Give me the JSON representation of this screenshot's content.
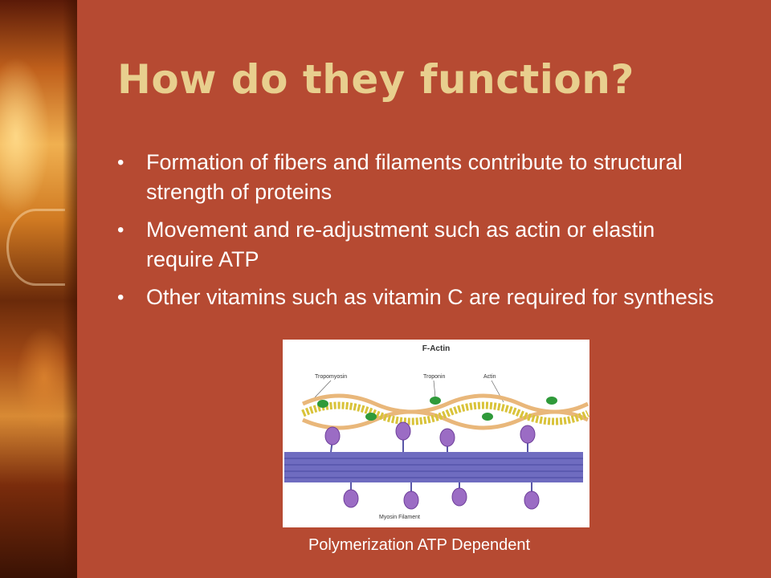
{
  "slide": {
    "title": "How do they function?",
    "bullets": [
      "Formation of fibers and filaments contribute to structural strength of proteins",
      "Movement and re-adjustment such as actin or elastin require ATP",
      "Other vitamins such as vitamin C are required for synthesis"
    ],
    "caption": "Polymerization ATP Dependent"
  },
  "figure": {
    "title": "F-Actin",
    "labels": {
      "tropomyosin": "Tropomyosin",
      "troponin": "Troponin",
      "actin": "Actin",
      "myosin": "Myosin Filament"
    }
  },
  "colors": {
    "background": "#b64a32",
    "title": "#e8cf8e",
    "text": "#ffffff"
  }
}
